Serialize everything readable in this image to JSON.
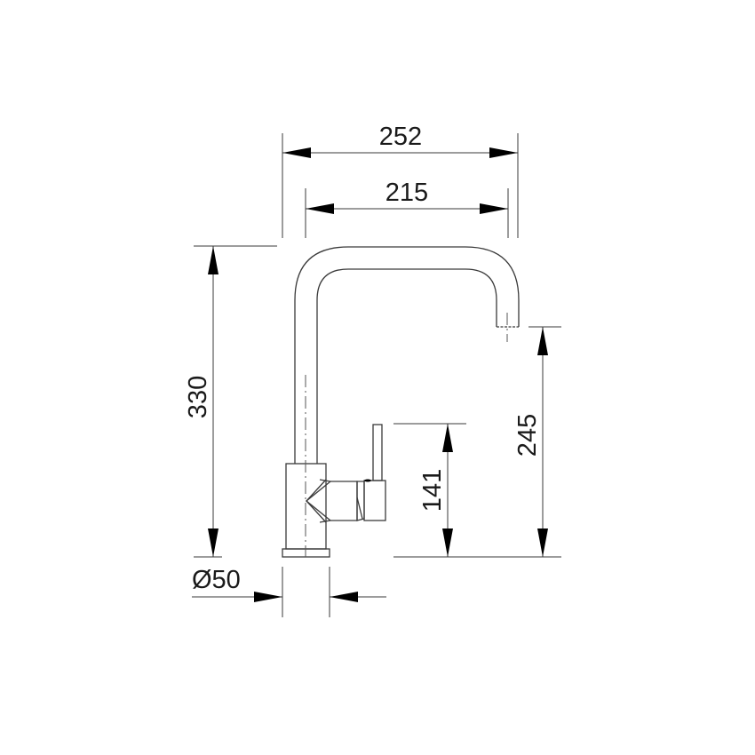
{
  "drawing": {
    "subject": "kitchen-faucet-side-view",
    "units": "mm",
    "dimensions": {
      "overall_reach": "252",
      "spout_reach": "215",
      "overall_height": "330",
      "spout_outlet_height": "245",
      "lever_height": "141",
      "base_diameter": "Ø50"
    },
    "colors": {
      "line": "#3a3a3a",
      "text": "#1a1a1a",
      "background": "#ffffff"
    }
  }
}
